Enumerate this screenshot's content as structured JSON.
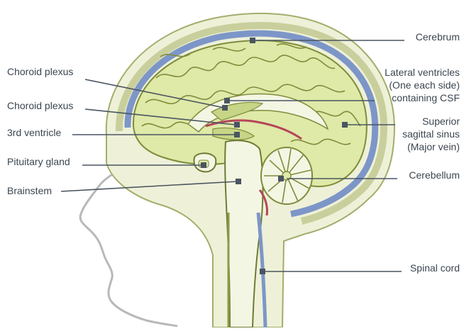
{
  "labels": {
    "choroid_plexus_1": "Choroid plexus",
    "choroid_plexus_2": "Choroid plexus",
    "third_ventricle": "3rd ventricle",
    "pituitary_gland": "Pituitary gland",
    "brainstem": "Brainstem",
    "cerebrum": "Cerebrum",
    "lateral_ventricles": [
      "Lateral ventricles",
      "(One each side)",
      "containing CSF"
    ],
    "superior_sagittal_sinus": [
      "Superior",
      "sagittal sinus",
      "(Major vein)"
    ],
    "cerebellum": "Cerebellum",
    "spinal_cord": "Spinal cord"
  },
  "colors": {
    "label_text": "#3b4650",
    "leader_line": "#4a5561",
    "brain_fill": "#dfe9a8",
    "brain_outline": "#7f8c3a",
    "meninges_blue": "#7d96c8",
    "skull_tissue": "#eef1d8",
    "face_outline": "#b8b8b8",
    "choroid_red": "#b5465a"
  }
}
